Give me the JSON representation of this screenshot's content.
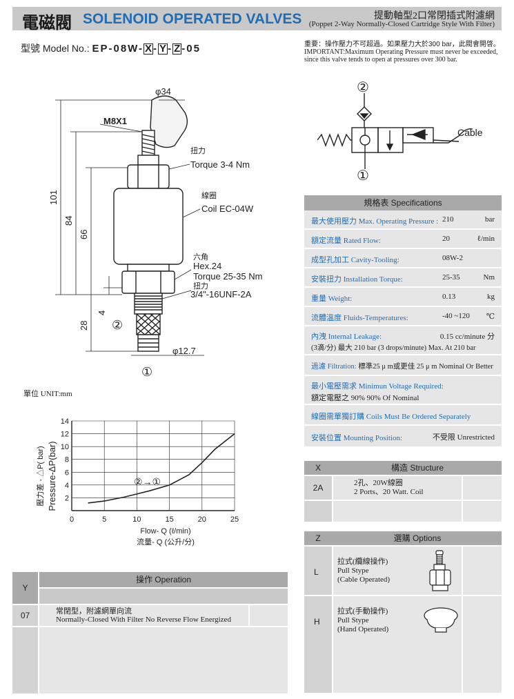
{
  "header": {
    "title_cn": "電磁閥",
    "title_en": "SOLENOID OPERATED VALVES",
    "subtitle_cn": "提動軸型2口常閉插式附濾網",
    "subtitle_en": "(Poppet 2-Way Normally-Closed Cartridge Style With Filter)"
  },
  "model": {
    "label": "型號 Model No.:",
    "code_prefix": "EP-08W-",
    "x": "X",
    "dash1": "-",
    "y": "Y",
    "dash2": "-",
    "z": "Z",
    "code_suffix": "-05"
  },
  "important": {
    "line1": "重要：操作壓力不可超過。如果壓力大於300 bar，此閥會開啓。",
    "line2": "IMPORTANT:Maximum Operating Pressure must never be exceeded,",
    "line3": "since this valve tends to open at pressures over 300 bar."
  },
  "drawing": {
    "dia34": "φ34",
    "m8": "M8X1",
    "torque_cn": "扭力",
    "torque": "Torque 3-4 Nm",
    "coil_cn": "線圈",
    "coil": "Coil EC-04W",
    "hex_cn": "六角",
    "hex": "Hex.24",
    "torque2": "Torque 25-35 Nm",
    "torque2_cn": "扭力",
    "thread": "3/4\"-16UNF-2A",
    "dim101": "101",
    "dim84": "84",
    "dim66": "66",
    "dim4": "4",
    "dim28": "28",
    "dia127": "φ12.7",
    "port2": "②",
    "port1": "①"
  },
  "unit": "單位 UNIT:mm",
  "symbol": {
    "port2": "②",
    "port1": "①",
    "cable": "Cable"
  },
  "chart_data": {
    "type": "line",
    "xlabel": "Flow- Q (ℓ/min)",
    "xlabel_cn": "流量- Q (公升/分)",
    "ylabel": "Pressure-ΔP(bar)",
    "ylabel_cn": "壓力差 - △P( bar)",
    "xlim": [
      0,
      25
    ],
    "ylim": [
      0,
      14
    ],
    "xticks": [
      "0",
      "5",
      "10",
      "15",
      "20",
      "25"
    ],
    "yticks": [
      "2",
      "4",
      "6",
      "8",
      "10",
      "12",
      "14"
    ],
    "flow_label": "②→①",
    "series": [
      {
        "x": [
          2.5,
          5,
          8,
          10,
          12,
          15,
          18,
          20,
          22,
          25
        ],
        "y": [
          1.2,
          1.5,
          2.1,
          2.6,
          3.1,
          4.0,
          5.6,
          7.5,
          9.6,
          12.0
        ]
      }
    ]
  },
  "spec": {
    "header": "規格表 Specifications",
    "rows": [
      {
        "label": "最大使用壓力 Max. Operating Pressure :",
        "value": "210",
        "unit": "bar"
      },
      {
        "label": "額定流量 Rated Flow:",
        "value": "20",
        "unit": "ℓ/min"
      },
      {
        "label": "成型孔加工 Cavity-Tooling:",
        "value": "08W-2",
        "unit": ""
      },
      {
        "label": "安裝扭力 Installation Torque:",
        "value": "25-35",
        "unit": "Nm"
      },
      {
        "label": "重量 Weight:",
        "value": "0.13",
        "unit": "kg"
      },
      {
        "label": "流體溫度 Fluids-Temperatures:",
        "value": "-40 ~120",
        "unit": "℃"
      }
    ],
    "leakage": {
      "label": "內洩 Internal Leakage:",
      "value": "0.15 cc/minute 分",
      "line2": "(3滴/分) 最大 210 bar  (3 drops/minute) Max. At 210 bar"
    },
    "filtration": {
      "label": "過濾 Filtration:",
      "value": "標準25 μ m或更佳 25 μ m Nominal Or Better"
    },
    "voltage": {
      "label": "最小電壓需求 Minimun Voltage Required:",
      "line2": "額定電壓之 90%      90% Of Nominal"
    },
    "coils_note": "線圈需單獨訂購 Coils Must Be Ordered Separately",
    "mounting": {
      "label": "安裝位置 Mounting Position:",
      "value": "不受限  Unrestricted"
    }
  },
  "xtable": {
    "col1": "X",
    "col2": "構造 Structure",
    "row_code": "2A",
    "row_line1": "2孔、20W線圈",
    "row_line2": "2 Ports、20 Watt. Coil"
  },
  "ztable": {
    "col1": "Z",
    "col2": "選購 Options",
    "items": [
      {
        "code": "L",
        "cn": "拉式(纜線操作)",
        "en1": "Pull Stype",
        "en2": "(Cable Operated)"
      },
      {
        "code": "H",
        "cn": "拉式(手動操作)",
        "en1": "Pull Stype",
        "en2": "(Hand Operated)"
      }
    ]
  },
  "ytable": {
    "col1": "Y",
    "col2": "操作 Operation",
    "row_code": "07",
    "row_line1": "常閉型，附濾網單向流",
    "row_line2": "Normally-Closed With Filter No Reverse Flow Energized"
  }
}
